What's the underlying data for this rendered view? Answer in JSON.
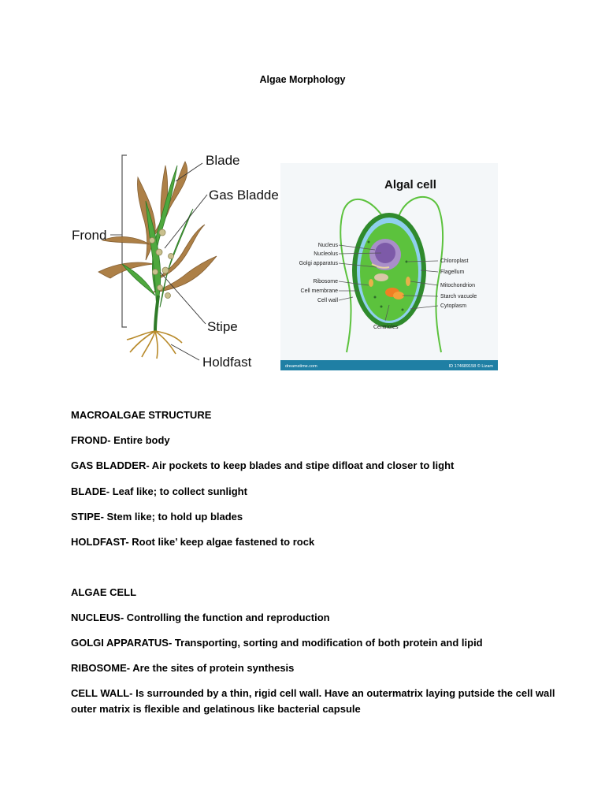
{
  "title": "Algae Morphology",
  "seaweed_figure": {
    "labels": {
      "blade": "Blade",
      "gas_bladder": "Gas Bladder",
      "frond": "Frond",
      "stipe": "Stipe",
      "holdfast": "Holdfast"
    }
  },
  "cell_figure": {
    "title": "Algal cell",
    "left_labels": [
      "Nucleus",
      "Nucleolus",
      "Golgi apparatus",
      "Ribosome",
      "Cell membrane",
      "Cell wall"
    ],
    "right_labels": [
      "Chloroplast",
      "Flagellum",
      "Mitochondrion",
      "Starch vacuole",
      "Cytoplasm"
    ],
    "bottom_label": "Centrioles",
    "footer_left": "dreamstime.com",
    "footer_right": "ID 174689158 © Lizam"
  },
  "colors": {
    "plant_green": "#3f9a3a",
    "blade_brown": "#a97a3e",
    "cell_green": "#5cc23d",
    "cell_wall": "#2f8a2c",
    "membrane_blue": "#8fd0ee",
    "nucleus_purple": "#7d5aa8",
    "footer_bar": "#1f7fa4"
  },
  "macroalgae": {
    "heading": "MACROALGAE STRUCTURE",
    "items": [
      "FROND- Entire body",
      "GAS BLADDER- Air pockets to keep blades and stipe difloat and closer to light",
      "BLADE- Leaf like; to collect sunlight",
      "STIPE- Stem like; to hold up blades",
      "HOLDFAST- Root like’ keep algae fastened to rock"
    ]
  },
  "algae_cell": {
    "heading": "ALGAE CELL",
    "items": [
      "NUCLEUS- Controlling the function and reproduction",
      "GOLGI APPARATUS- Transporting, sorting and modification of both protein and lipid",
      "RIBOSOME- Are the sites of protein synthesis",
      "CELL WALL- Is surrounded by a thin, rigid cell wall. Have an outermatrix laying putside the cell wall outer matrix is flexible and gelatinous like bacterial capsule"
    ]
  }
}
